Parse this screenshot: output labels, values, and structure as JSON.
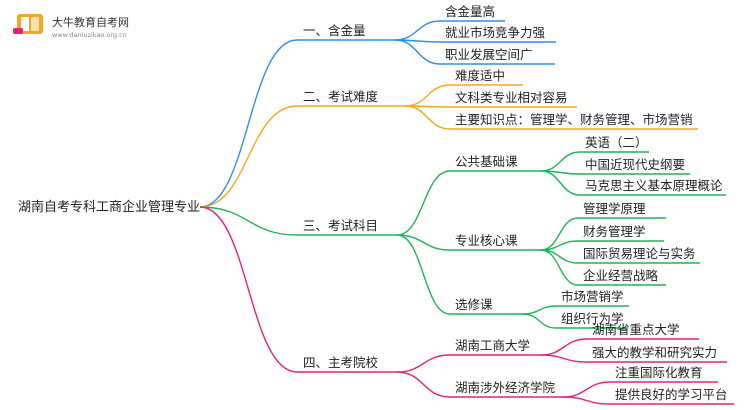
{
  "logo": {
    "title": "大牛教育自考网",
    "url": "www.daniuzikao.org.cn"
  },
  "root": {
    "label": "湖南自考专科工商企业管理专业"
  },
  "colors": {
    "blue": "#2f8ff0",
    "orange": "#f5a623",
    "green": "#20b35a",
    "pink": "#e5227a"
  },
  "branches": [
    {
      "label": "一、含金量",
      "color": "blue",
      "children": [
        {
          "label": "含金量高"
        },
        {
          "label": "就业市场竞争力强"
        },
        {
          "label": "职业发展空间广"
        }
      ]
    },
    {
      "label": "二、考试难度",
      "color": "orange",
      "children": [
        {
          "label": "难度适中"
        },
        {
          "label": "文科类专业相对容易"
        },
        {
          "label": "主要知识点：管理学、财务管理、市场营销"
        }
      ]
    },
    {
      "label": "三、考试科目",
      "color": "green",
      "children": [
        {
          "label": "公共基础课",
          "children": [
            {
              "label": "英语（二）"
            },
            {
              "label": "中国近现代史纲要"
            },
            {
              "label": "马克思主义基本原理概论"
            }
          ]
        },
        {
          "label": "专业核心课",
          "children": [
            {
              "label": "管理学原理"
            },
            {
              "label": "财务管理学"
            },
            {
              "label": "国际贸易理论与实务"
            },
            {
              "label": "企业经营战略"
            }
          ]
        },
        {
          "label": "选修课",
          "children": [
            {
              "label": "市场营销学"
            },
            {
              "label": "组织行为学"
            }
          ]
        }
      ]
    },
    {
      "label": "四、主考院校",
      "color": "pink",
      "children": [
        {
          "label": "湖南工商大学",
          "children": [
            {
              "label": "湖南省重点大学"
            },
            {
              "label": "强大的教学和研究实力"
            }
          ]
        },
        {
          "label": "湖南涉外经济学院",
          "children": [
            {
              "label": "注重国际化教育"
            },
            {
              "label": "提供良好的学习平台"
            }
          ]
        }
      ]
    }
  ]
}
